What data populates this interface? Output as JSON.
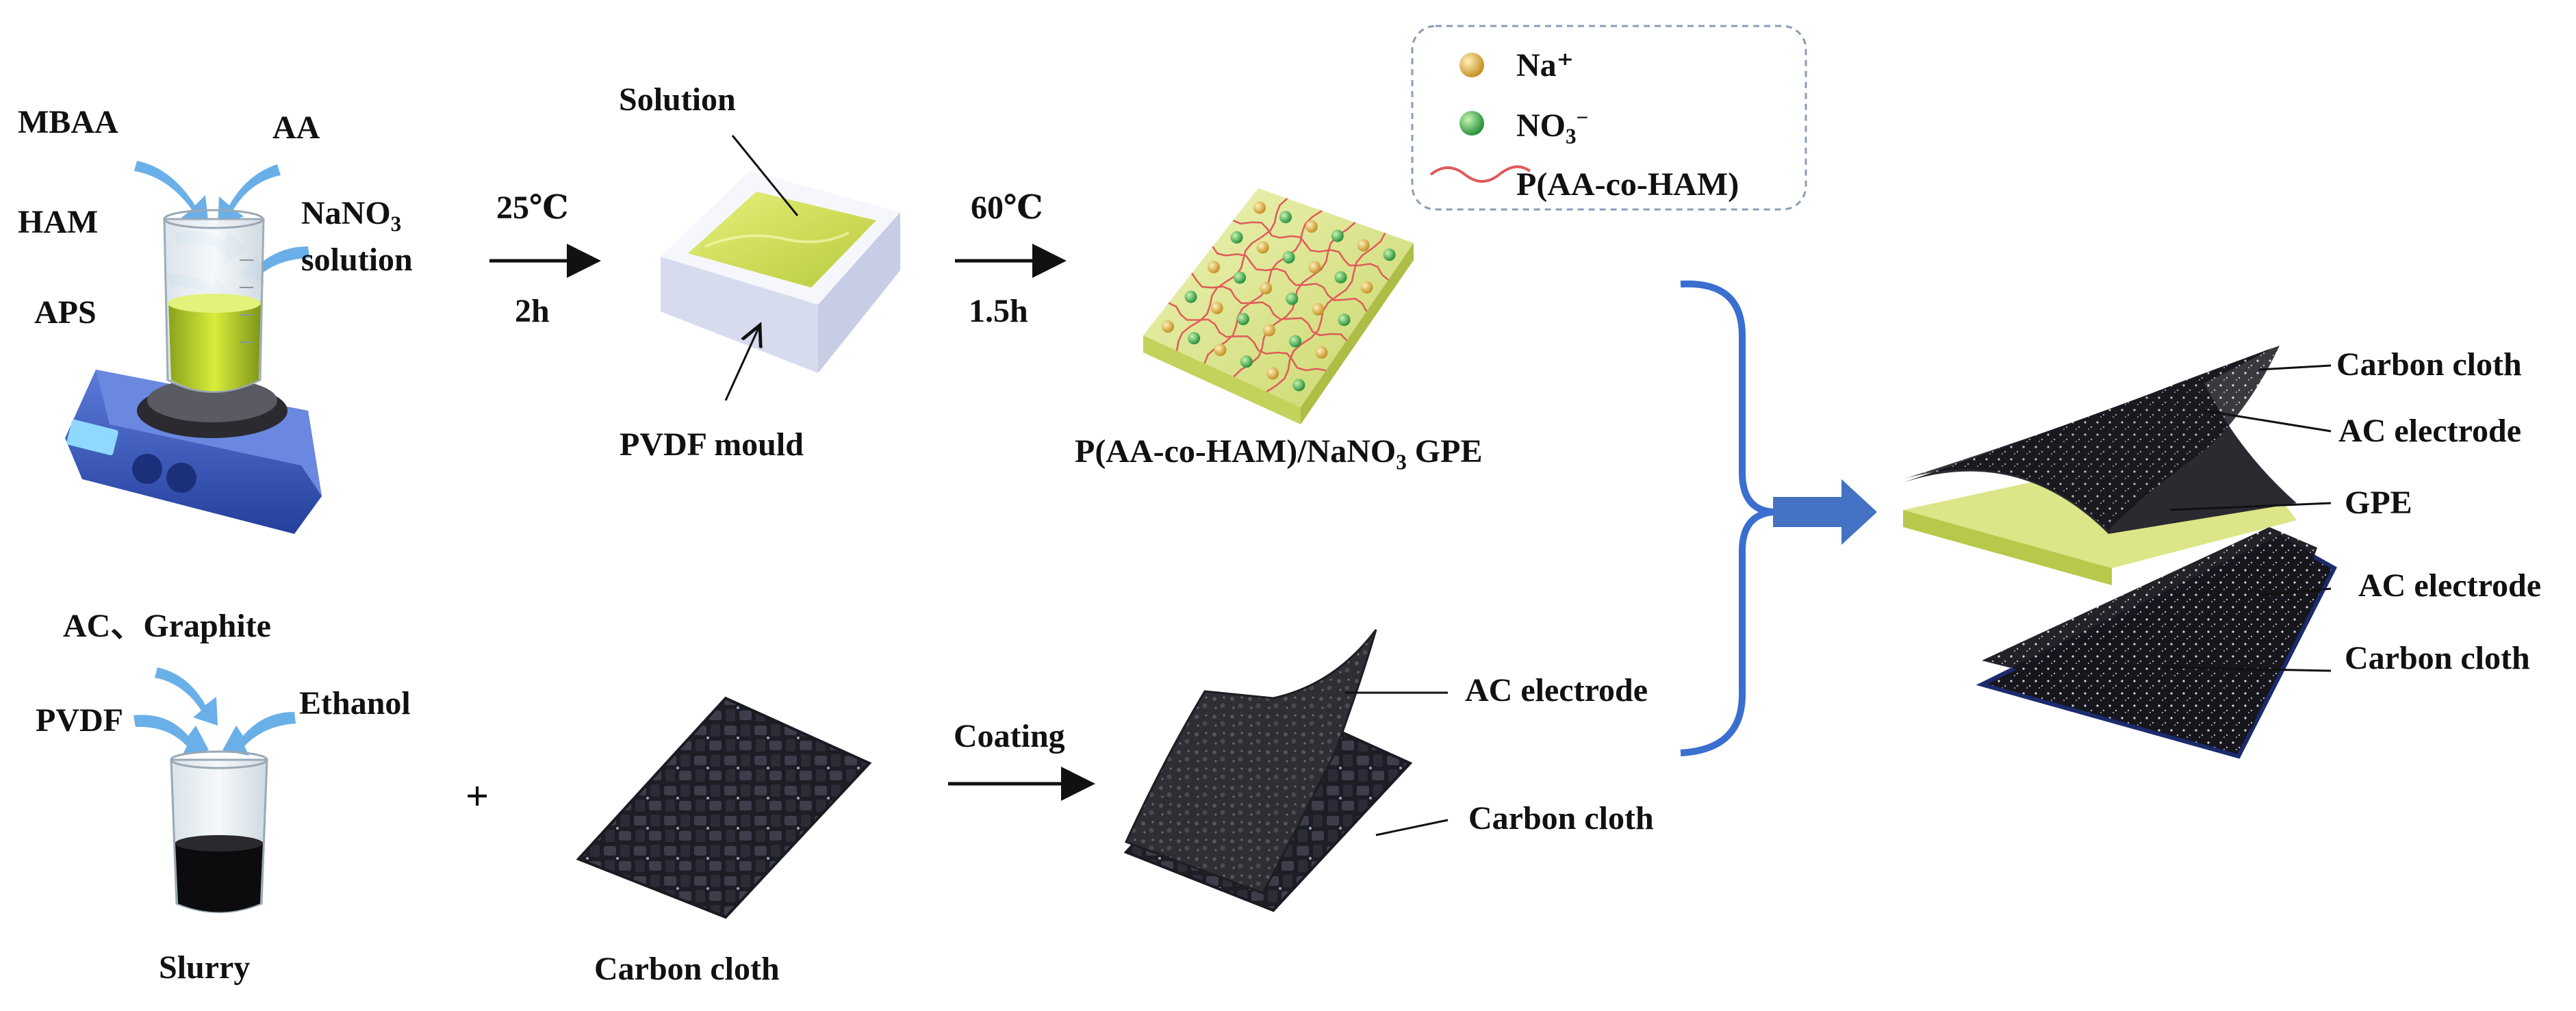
{
  "legend": {
    "na": "Na⁺",
    "no3_base": "NO",
    "no3_sub": "3",
    "no3_sup": "−",
    "polymer": "P(AA-co-HAM)"
  },
  "reagents_top": {
    "mbaa": "MBAA",
    "aa": "AA",
    "ham": "HAM",
    "aps": "APS",
    "nano3_base": "NaNO",
    "nano3_sub": "3",
    "nano3_line2": "solution"
  },
  "steps": {
    "step1_temp": "25℃",
    "step1_time": "2h",
    "step2_temp": "60℃",
    "step2_time": "1.5h",
    "coating": "Coating",
    "plus": "+"
  },
  "mould": {
    "solution": "Solution",
    "pvdf_mould": "PVDF mould"
  },
  "gpe": {
    "label_part1": "P(AA-co-HAM)/NaNO",
    "label_sub": "3",
    "label_part2": " GPE"
  },
  "reagents_bottom": {
    "ac_graphite": "AC、Graphite",
    "pvdf": "PVDF",
    "ethanol": "Ethanol",
    "slurry": "Slurry"
  },
  "electrode": {
    "carbon_cloth": "Carbon cloth",
    "ac_electrode": "AC electrode",
    "carbon_cloth_2": "Carbon cloth"
  },
  "assembly": {
    "layers": [
      "Carbon cloth",
      "AC electrode",
      "GPE",
      "AC electrode",
      "Carbon cloth"
    ]
  },
  "colors": {
    "blue_arrow": "#4472c4",
    "brace": "#3a6fd0",
    "na_ion": "#d8a53a",
    "no3_ion": "#3aa84a",
    "polymer_line": "#e05a5a",
    "gel": "#d6e070",
    "cloth": "#25252f"
  }
}
